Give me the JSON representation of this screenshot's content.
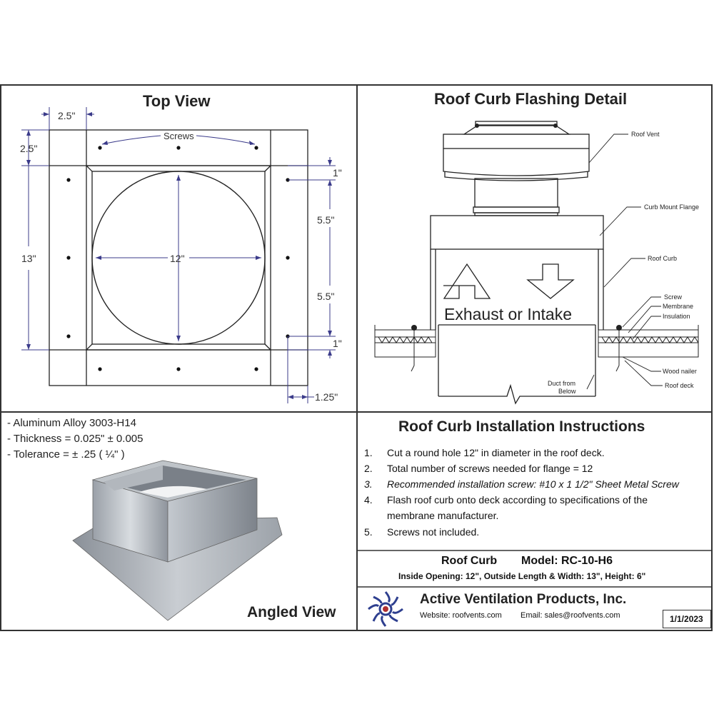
{
  "top_view": {
    "title": "Top View",
    "dims": {
      "flange_width": "2.5\"",
      "flange_height": "2.5\"",
      "outside": "13\"",
      "opening": "12\"",
      "right_top": "1\"",
      "right_mid_a": "5.5\"",
      "right_mid_b": "5.5\"",
      "right_bottom": "1\"",
      "bottom_offset": "1.25\""
    },
    "screws_label": "Screws"
  },
  "flashing": {
    "title": "Roof Curb Flashing Detail",
    "center_text": "Exhaust or Intake",
    "labels": {
      "roof_vent": "Roof Vent",
      "curb_mount_flange": "Curb Mount Flange",
      "roof_curb": "Roof Curb",
      "screw": "Screw",
      "membrane": "Membrane",
      "insulation": "Insulation",
      "wood_nailer": "Wood nailer",
      "roof_deck": "Roof deck",
      "duct_from": "Duct from",
      "below": "Below"
    }
  },
  "specs": [
    "- Aluminum Alloy 3003-H14",
    "- Thickness = 0.025\" ± 0.005",
    "- Tolerance =  ± .25 ( ¼\" )"
  ],
  "angled_view": {
    "title": "Angled View"
  },
  "instructions": {
    "title": "Roof Curb Installation Instructions",
    "steps": [
      {
        "num": "1.",
        "text": "Cut a round hole 12\" in diameter in the roof deck."
      },
      {
        "num": "2.",
        "text": "Total number of screws needed for flange = 12"
      },
      {
        "num": "3.",
        "text": "Recommended installation screw: #10 x 1 1/2\" Sheet Metal Screw"
      },
      {
        "num": "4.",
        "text": "Flash roof curb onto deck according to specifications of the"
      },
      {
        "num": "",
        "text": "membrane manufacturer."
      },
      {
        "num": "5.",
        "text": "Screws not included."
      }
    ]
  },
  "product": {
    "name": "Roof Curb",
    "model": "Model: RC-10-H6",
    "details": "Inside Opening: 12\",  Outside Length & Width: 13\",  Height: 6\""
  },
  "company": {
    "name": "Active Ventilation Products, Inc.",
    "website": "Website:  roofvents.com",
    "email": "Email:  sales@roofvents.com",
    "date": "1/1/2023",
    "logo_color": "#2e3f8f"
  }
}
